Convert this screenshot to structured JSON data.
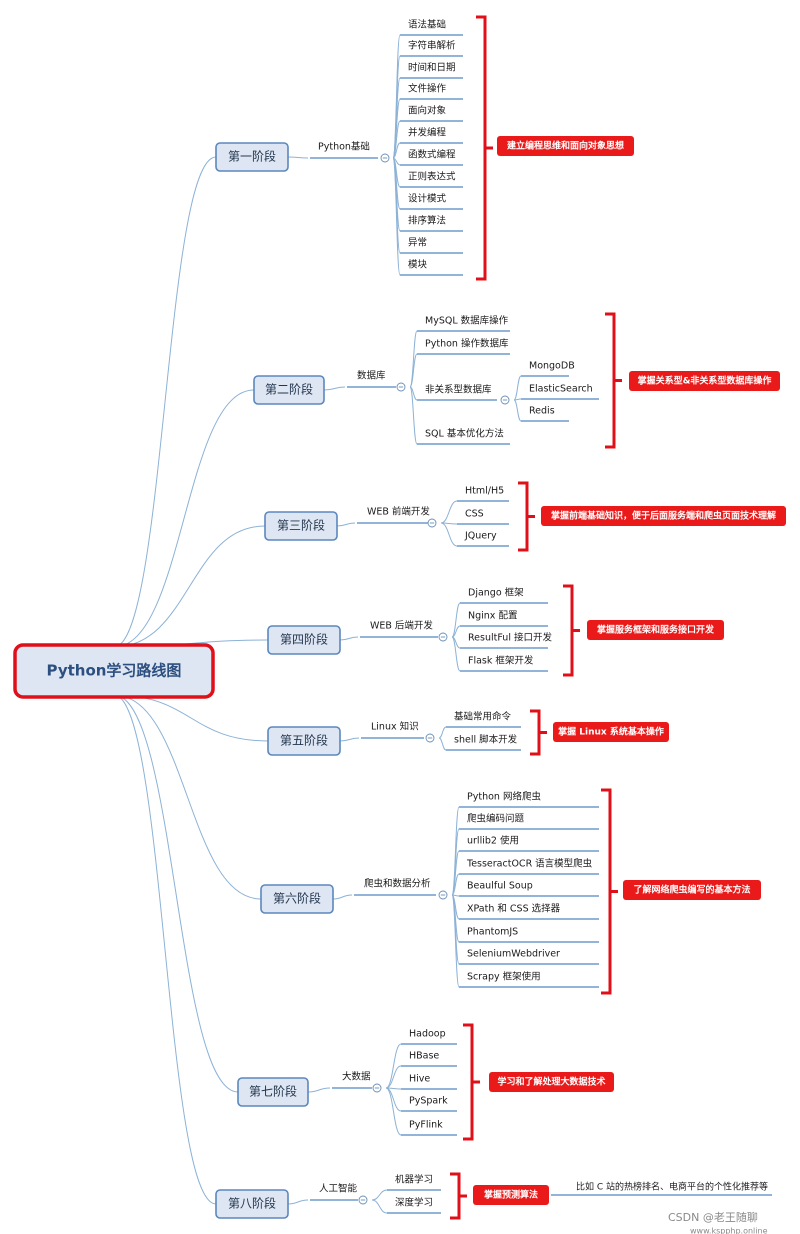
{
  "root": "Python学习路线图",
  "stages": [
    {
      "label": "第一阶段",
      "topic": "Python基础",
      "items": [
        {
          "label": "语法基础"
        },
        {
          "label": "字符串解析"
        },
        {
          "label": "时间和日期"
        },
        {
          "label": "文件操作"
        },
        {
          "label": "面向对象"
        },
        {
          "label": "并发编程"
        },
        {
          "label": "函数式编程"
        },
        {
          "label": "正则表达式"
        },
        {
          "label": "设计模式"
        },
        {
          "label": "排序算法"
        },
        {
          "label": "异常"
        },
        {
          "label": "模块"
        }
      ],
      "summary": "建立编程思维和面向对象思想"
    },
    {
      "label": "第二阶段",
      "topic": "数据库",
      "items": [
        {
          "label": "MySQL 数据库操作"
        },
        {
          "label": "Python 操作数据库"
        },
        {
          "label": "非关系型数据库",
          "children": [
            "MongoDB",
            "ElasticSearch",
            "Redis"
          ]
        },
        {
          "label": "SQL 基本优化方法"
        }
      ],
      "summary": "掌握关系型&非关系型数据库操作"
    },
    {
      "label": "第三阶段",
      "topic": "WEB 前端开发",
      "items": [
        {
          "label": "Html/H5"
        },
        {
          "label": "CSS"
        },
        {
          "label": "JQuery"
        }
      ],
      "summary": "掌握前端基础知识，便于后面服务端和爬虫页面技术理解"
    },
    {
      "label": "第四阶段",
      "topic": "WEB 后端开发",
      "items": [
        {
          "label": "Django 框架"
        },
        {
          "label": "Nginx 配置"
        },
        {
          "label": "ResultFul 接口开发"
        },
        {
          "label": "Flask 框架开发"
        }
      ],
      "summary": "掌握服务框架和服务接口开发"
    },
    {
      "label": "第五阶段",
      "topic": "Linux 知识",
      "items": [
        {
          "label": "基础常用命令"
        },
        {
          "label": "shell 脚本开发"
        }
      ],
      "summary": "掌握 Linux 系统基本操作"
    },
    {
      "label": "第六阶段",
      "topic": "爬虫和数据分析",
      "items": [
        {
          "label": "Python 网络爬虫"
        },
        {
          "label": "爬虫编码问题"
        },
        {
          "label": "urllib2 使用"
        },
        {
          "label": "TesseractOCR 语言模型爬虫"
        },
        {
          "label": "Beaulful Soup"
        },
        {
          "label": "XPath 和 CSS 选择器"
        },
        {
          "label": "PhantomJS"
        },
        {
          "label": "SeleniumWebdriver"
        },
        {
          "label": "Scrapy 框架使用"
        }
      ],
      "summary": "了解网络爬虫编写的基本方法"
    },
    {
      "label": "第七阶段",
      "topic": "大数据",
      "items": [
        {
          "label": "Hadoop"
        },
        {
          "label": "HBase"
        },
        {
          "label": "Hive"
        },
        {
          "label": "PySpark"
        },
        {
          "label": "PyFlink"
        }
      ],
      "summary": "学习和了解处理大数据技术"
    },
    {
      "label": "第八阶段",
      "topic": "人工智能",
      "items": [
        {
          "label": "机器学习"
        },
        {
          "label": "深度学习"
        }
      ],
      "summary": "掌握预测算法",
      "note": "比如 C 站的热榜排名、电商平台的个性化推荐等"
    }
  ],
  "watermark": "CSDN @老王随聊",
  "watermark_url": "www.kspphp.online",
  "colors": {
    "accent": "#e0101a",
    "node_fill": "#dde6f2",
    "node_stroke": "#5b87bd",
    "link": "#8cb2d6"
  }
}
